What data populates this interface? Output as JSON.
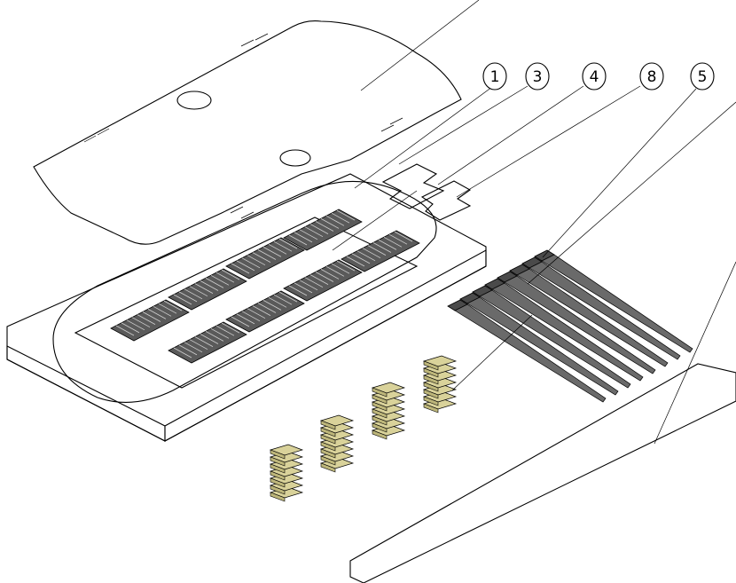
{
  "callouts": [
    "1",
    "3",
    "4",
    "8",
    "5"
  ],
  "colors": {
    "cover_plate": "#a9adc4",
    "tray": "#d6d6d6",
    "tray_dark": "#b5b5b5",
    "splice_holder": "#5a5a5a",
    "adapter": "#2f6fc7",
    "sleeve": "#d9d29a",
    "foam_strip": "#2b2b2b",
    "tie": "#4a4a4a"
  }
}
